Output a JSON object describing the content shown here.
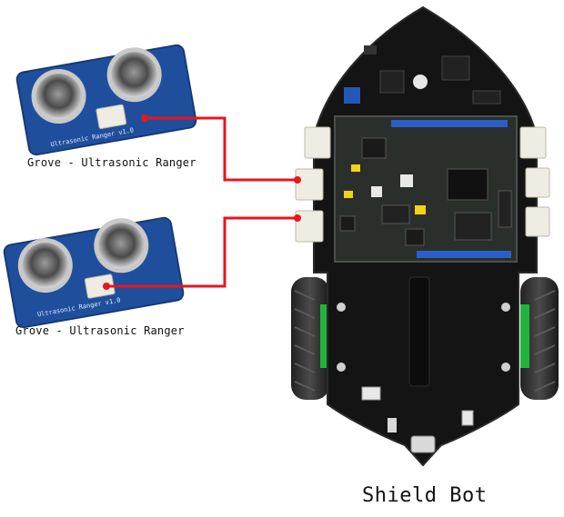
{
  "sensors": [
    {
      "caption": "Grove - Ultrasonic Ranger",
      "board_label": "Ultrasonic Ranger v1.0"
    },
    {
      "caption": "Grove - Ultrasonic Ranger",
      "board_label": "Ultrasonic Ranger v1.0"
    }
  ],
  "robot": {
    "title": "Shield Bot"
  },
  "colors": {
    "wire": "#e8151b",
    "sensor_board": "#1f4f9c",
    "robot_body": "#141414",
    "shield_pcb": "#2b2f2b",
    "header_blue": "#2a5fc7",
    "wheel_green": "#22b43a",
    "connector": "#efece3"
  }
}
